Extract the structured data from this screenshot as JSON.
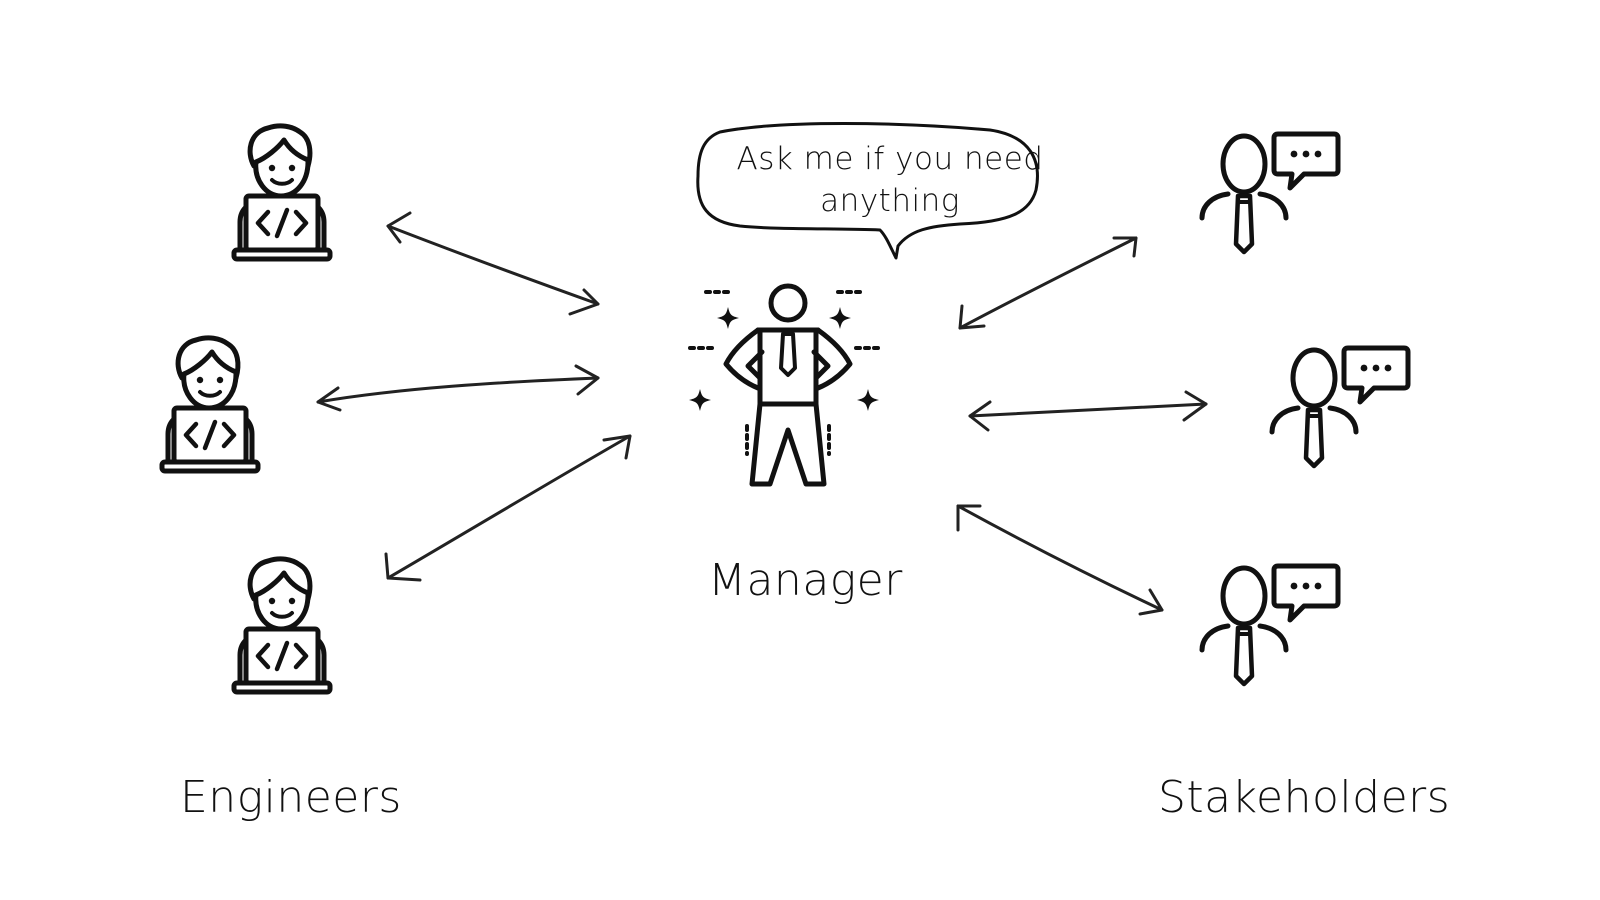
{
  "groups": {
    "engineers": "Engineers",
    "manager": "Manager",
    "stakeholders": "Stakeholders"
  },
  "speech_bubble": {
    "text": "Ask me if you need anything"
  },
  "icons": {
    "engineer": "engineer-laptop-icon",
    "manager": "manager-icon",
    "stakeholder": "stakeholder-speech-icon"
  },
  "colors": {
    "ink": "#111111",
    "background": "#ffffff"
  }
}
